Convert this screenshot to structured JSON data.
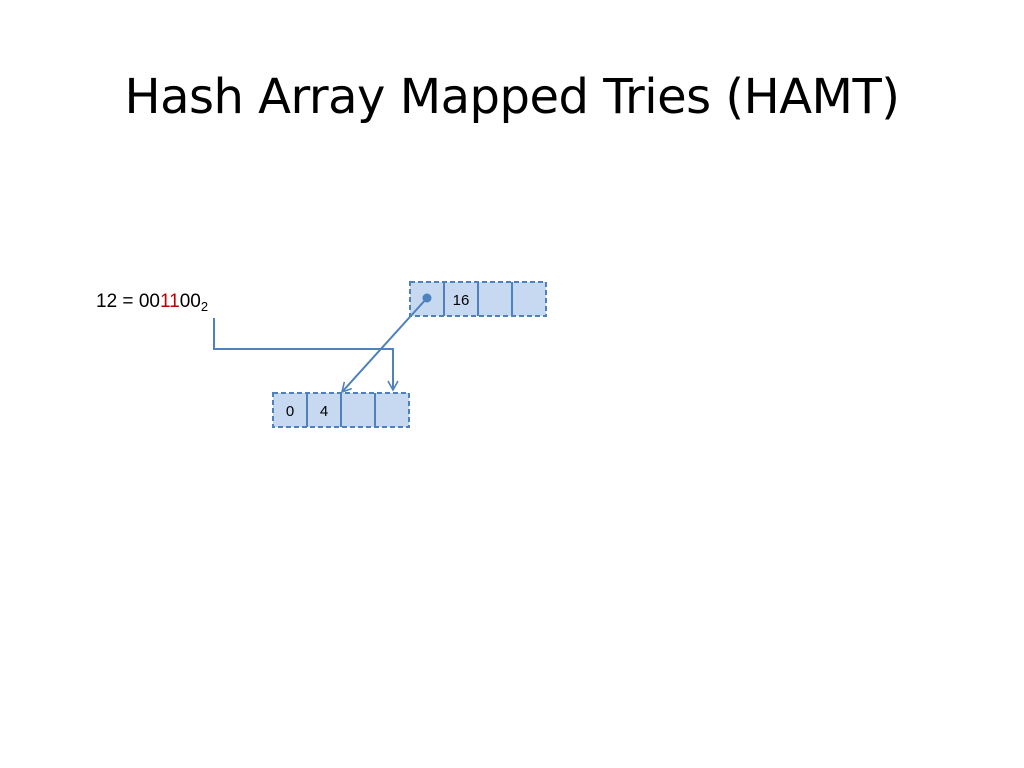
{
  "slide": {
    "title": "Hash Array Mapped Tries (HAMT)"
  },
  "equation": {
    "lhs": "12",
    "equals": "=",
    "bits_prefix": "00",
    "bits_highlight": "11",
    "bits_suffix": "00",
    "base": "2",
    "highlight_color": "#c00000"
  },
  "root_node": {
    "cells": [
      "",
      "16",
      "",
      ""
    ],
    "first_cell_has_pointer_dot": true
  },
  "child_node": {
    "cells": [
      "0",
      "4",
      "",
      "",
      ""
    ]
  },
  "colors": {
    "cell_fill": "#c6d9f1",
    "cell_border": "#4f81bd",
    "arrow": "#4f81bd"
  }
}
